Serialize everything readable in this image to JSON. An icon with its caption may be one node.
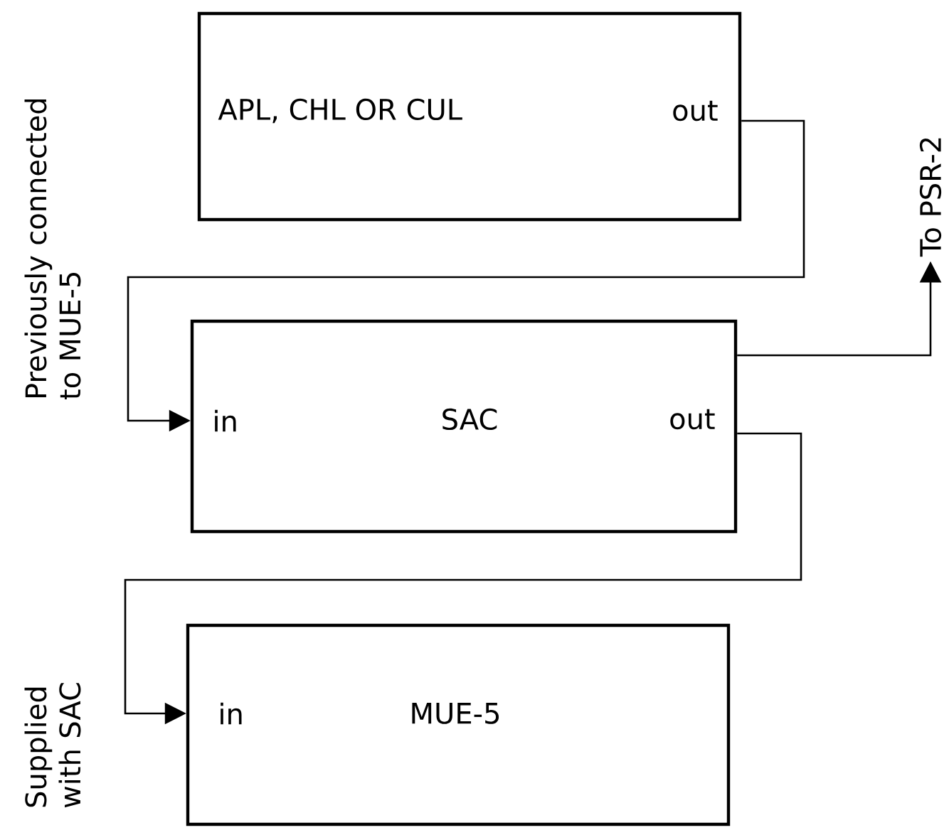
{
  "diagram": {
    "nodes": [
      {
        "text": [
          "APL, CHL OR CUL",
          "out"
        ]
      },
      {
        "text": [
          "in",
          "SAC",
          "out"
        ]
      },
      {
        "text": [
          "in",
          "MUE-5"
        ]
      },
      {
        "text": [
          "To PSR-2"
        ]
      }
    ],
    "edges": [
      {
        "from": 0,
        "to": 1,
        "arrow": "to"
      },
      {
        "from": 1,
        "to": 3,
        "arrow": "to"
      },
      {
        "from": 1,
        "to": 2,
        "arrow": "to"
      }
    ],
    "labels": [
      "Previously connected to MUE-5",
      "Supplied with SAC"
    ]
  }
}
